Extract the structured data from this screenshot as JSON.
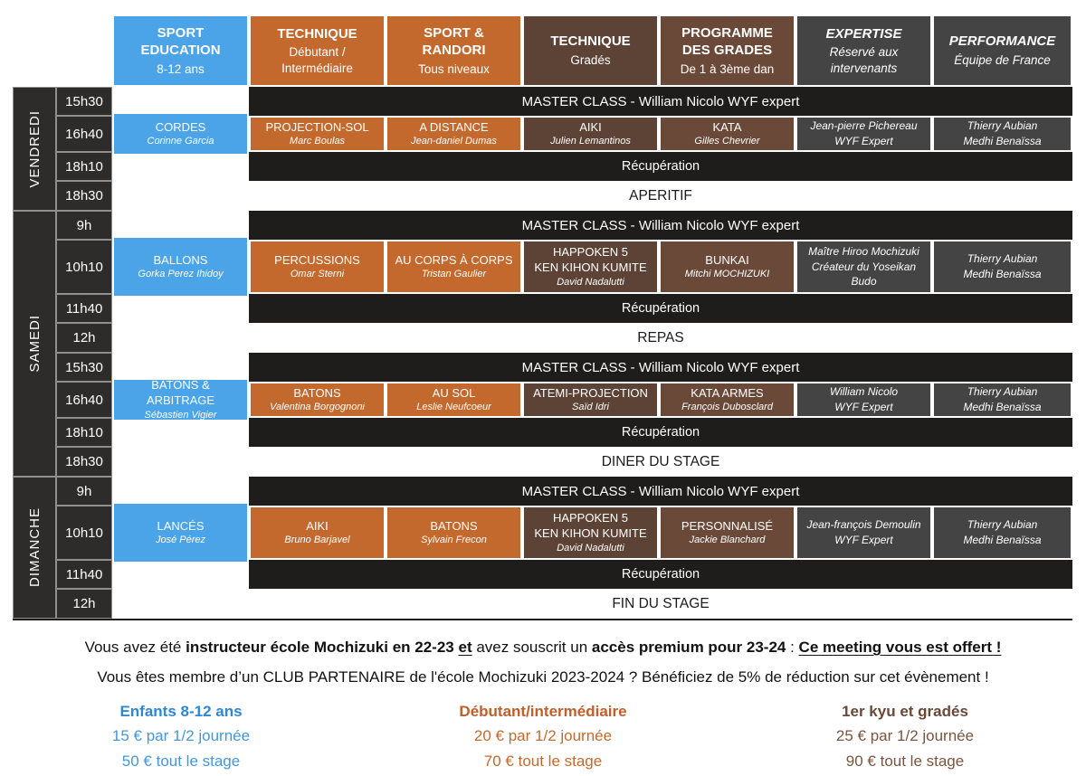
{
  "colors": {
    "blue": "#4ba4e8",
    "orange": "#c4692e",
    "dark_brown": "#5d4336",
    "brown": "#6b4938",
    "gray": "#454444",
    "bar_black": "#1e1d1b",
    "daytime_bg": "#2d2c2a",
    "price_blue_title": "#2e86d5",
    "price_blue_line": "#4596dc",
    "price_orange_title": "#c05f2a",
    "price_orange_line": "#c4692e",
    "price_brown_title": "#6b4836",
    "price_brown_line": "#7a553f"
  },
  "header": {
    "columns": [
      {
        "title": "SPORT EDUCATION",
        "subtitle": "8-12 ans",
        "italic": false
      },
      {
        "title": "TECHNIQUE",
        "subtitle": "Débutant / Intermédiaire",
        "italic": false
      },
      {
        "title": "SPORT & RANDORI",
        "subtitle": "Tous niveaux",
        "italic": false
      },
      {
        "title": "TECHNIQUE",
        "subtitle": "Gradés",
        "italic": false
      },
      {
        "title": "PROGRAMME DES GRADES",
        "subtitle": "De 1 à 3ème dan",
        "italic": false
      },
      {
        "title": "EXPERTISE",
        "subtitle": "Réservé aux intervenants",
        "italic": true
      },
      {
        "title": "PERFORMANCE",
        "subtitle": "Équipe de France",
        "italic": true
      }
    ]
  },
  "days": [
    {
      "label": "VENDREDI",
      "rows": [
        {
          "time": "15h30",
          "type": "master",
          "text": "MASTER CLASS - William Nicolo WYF expert"
        },
        {
          "time": "16h40",
          "type": "classes",
          "cells": [
            {
              "lines": [
                "CORDES"
              ],
              "names": [
                "Corinne Garcia"
              ]
            },
            {
              "lines": [
                "PROJECTION-SOL"
              ],
              "names": [
                "Marc Boulas"
              ]
            },
            {
              "lines": [
                "A DISTANCE"
              ],
              "names": [
                "Jean-daniel Dumas"
              ]
            },
            {
              "lines": [
                "AIKI"
              ],
              "names": [
                "Julien Lemantinos"
              ]
            },
            {
              "lines": [
                "KATA"
              ],
              "names": [
                "Gilles Chevrier"
              ]
            },
            {
              "lines": [],
              "names": [
                "Jean-pierre Pichereau",
                "WYF Expert"
              ]
            },
            {
              "lines": [],
              "names": [
                "Thierry Aubian",
                "Medhi Benaïssa"
              ]
            }
          ]
        },
        {
          "time": "18h10",
          "type": "break",
          "text": "Récupération"
        },
        {
          "time": "18h30",
          "type": "banner",
          "text": "APERITIF"
        }
      ]
    },
    {
      "label": "SAMEDI",
      "rows": [
        {
          "time": "9h",
          "type": "master",
          "text": "MASTER CLASS - William Nicolo WYF expert"
        },
        {
          "time": "10h10",
          "type": "classes",
          "cells": [
            {
              "lines": [
                "BALLONS"
              ],
              "names": [
                "Gorka Perez Ihidoy"
              ]
            },
            {
              "lines": [
                "PERCUSSIONS"
              ],
              "names": [
                "Omar Sterni"
              ]
            },
            {
              "lines": [
                "AU CORPS À CORPS"
              ],
              "names": [
                "Tristan Gaulier"
              ]
            },
            {
              "lines": [
                "HAPPOKEN 5",
                "KEN KIHON KUMITE"
              ],
              "names": [
                "David Nadalutti"
              ]
            },
            {
              "lines": [
                "BUNKAI"
              ],
              "names": [
                "Mitchi MOCHIZUKI"
              ]
            },
            {
              "lines": [],
              "names": [
                "Maître Hiroo Mochizuki",
                "Créateur du Yoseikan Budo"
              ]
            },
            {
              "lines": [],
              "names": [
                "Thierry Aubian",
                "Medhi Benaïssa"
              ]
            }
          ]
        },
        {
          "time": "11h40",
          "type": "break",
          "text": "Récupération"
        },
        {
          "time": "12h",
          "type": "banner",
          "text": "REPAS"
        },
        {
          "time": "15h30",
          "type": "master",
          "text": "MASTER CLASS - William Nicolo WYF expert"
        },
        {
          "time": "16h40",
          "type": "classes",
          "cells": [
            {
              "lines": [
                "BATONS & ARBITRAGE"
              ],
              "names": [
                "Sébastien Vigier"
              ]
            },
            {
              "lines": [
                "BATONS"
              ],
              "names": [
                "Valentina Borgognoni"
              ]
            },
            {
              "lines": [
                "AU SOL"
              ],
              "names": [
                "Leslie Neufcoeur"
              ]
            },
            {
              "lines": [
                "ATEMI-PROJECTION"
              ],
              "names": [
                "Saïd Idri"
              ]
            },
            {
              "lines": [
                "KATA ARMES"
              ],
              "names": [
                "François Dubosclard"
              ]
            },
            {
              "lines": [],
              "names": [
                "William Nicolo",
                "WYF Expert"
              ]
            },
            {
              "lines": [],
              "names": [
                "Thierry Aubian",
                "Medhi Benaïssa"
              ]
            }
          ]
        },
        {
          "time": "18h10",
          "type": "break",
          "text": "Récupération"
        },
        {
          "time": "18h30",
          "type": "banner",
          "text": "DINER DU STAGE"
        }
      ]
    },
    {
      "label": "DIMANCHE",
      "rows": [
        {
          "time": "9h",
          "type": "master",
          "text": "MASTER CLASS - William Nicolo WYF expert"
        },
        {
          "time": "10h10",
          "type": "classes",
          "cells": [
            {
              "lines": [
                "LANCÉS"
              ],
              "names": [
                "José Pérez"
              ]
            },
            {
              "lines": [
                "AIKI"
              ],
              "names": [
                "Bruno Barjavel"
              ]
            },
            {
              "lines": [
                "BATONS"
              ],
              "names": [
                "Sylvain Frecon"
              ]
            },
            {
              "lines": [
                "HAPPOKEN 5",
                "KEN KIHON KUMITE"
              ],
              "names": [
                "David Nadalutti"
              ]
            },
            {
              "lines": [
                "PERSONNALISÉ"
              ],
              "names": [
                "Jackie Blanchard"
              ]
            },
            {
              "lines": [],
              "names": [
                "Jean-françois Demoulin",
                "WYF Expert"
              ]
            },
            {
              "lines": [],
              "names": [
                "Thierry Aubian",
                "Medhi Benaïssa"
              ]
            }
          ]
        },
        {
          "time": "11h40",
          "type": "break",
          "text": "Récupération"
        },
        {
          "time": "12h",
          "type": "banner",
          "text": "FIN DU STAGE"
        }
      ]
    }
  ],
  "notes": {
    "line1_segments": [
      {
        "text": "Vous avez été "
      },
      {
        "text": "instructeur école Mochizuki en 22-23 ",
        "bold": true
      },
      {
        "text": "et",
        "bold": true,
        "underline": true
      },
      {
        "text": " avez souscrit un "
      },
      {
        "text": "accès premium pour 23-24",
        "bold": true
      },
      {
        "text": " : "
      },
      {
        "text": "Ce meeting vous est offert !",
        "bold": true,
        "underline": true
      }
    ],
    "line2": "Vous êtes membre d’un CLUB PARTENAIRE de l'école Mochizuki 2023-2024 ? Bénéficiez de 5% de réduction sur cet évènement !"
  },
  "pricing": [
    {
      "title": "Enfants 8-12 ans",
      "line1": "15 € par 1/2 journée",
      "line2": "50 € tout le stage",
      "title_color": "#2e86d5",
      "line_color": "#4596dc"
    },
    {
      "title": "Débutant/intermédiaire",
      "line1": "20 € par 1/2 journée",
      "line2": "70 € tout le stage",
      "title_color": "#c05f2a",
      "line_color": "#c4692e"
    },
    {
      "title": "1er kyu et gradés",
      "line1": "25 € par 1/2 journée",
      "line2": "90 € tout le stage",
      "title_color": "#6b4836",
      "line_color": "#7a553f"
    }
  ]
}
